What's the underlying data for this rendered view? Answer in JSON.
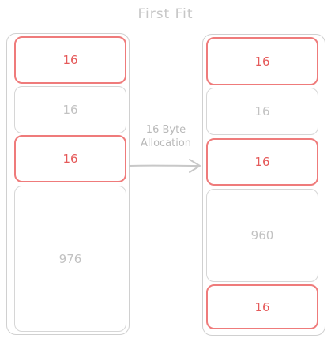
{
  "diagram": {
    "title": "First Fit",
    "arrow_label_line1": "16 Byte",
    "arrow_label_line2": "Allocation",
    "before": {
      "blocks": [
        {
          "label": "16",
          "state": "used"
        },
        {
          "label": "16",
          "state": "free"
        },
        {
          "label": "16",
          "state": "used"
        },
        {
          "label": "976",
          "state": "free"
        }
      ]
    },
    "after": {
      "blocks": [
        {
          "label": "16",
          "state": "used"
        },
        {
          "label": "16",
          "state": "free"
        },
        {
          "label": "16",
          "state": "used"
        },
        {
          "label": "960",
          "state": "free"
        },
        {
          "label": "16",
          "state": "used"
        }
      ]
    },
    "colors": {
      "used_border": "#ef7b7b",
      "used_text": "#e55a5a",
      "free_border": "#d6d6d6",
      "free_text": "#c2c2c2",
      "arrow": "#c8c8c8"
    }
  }
}
